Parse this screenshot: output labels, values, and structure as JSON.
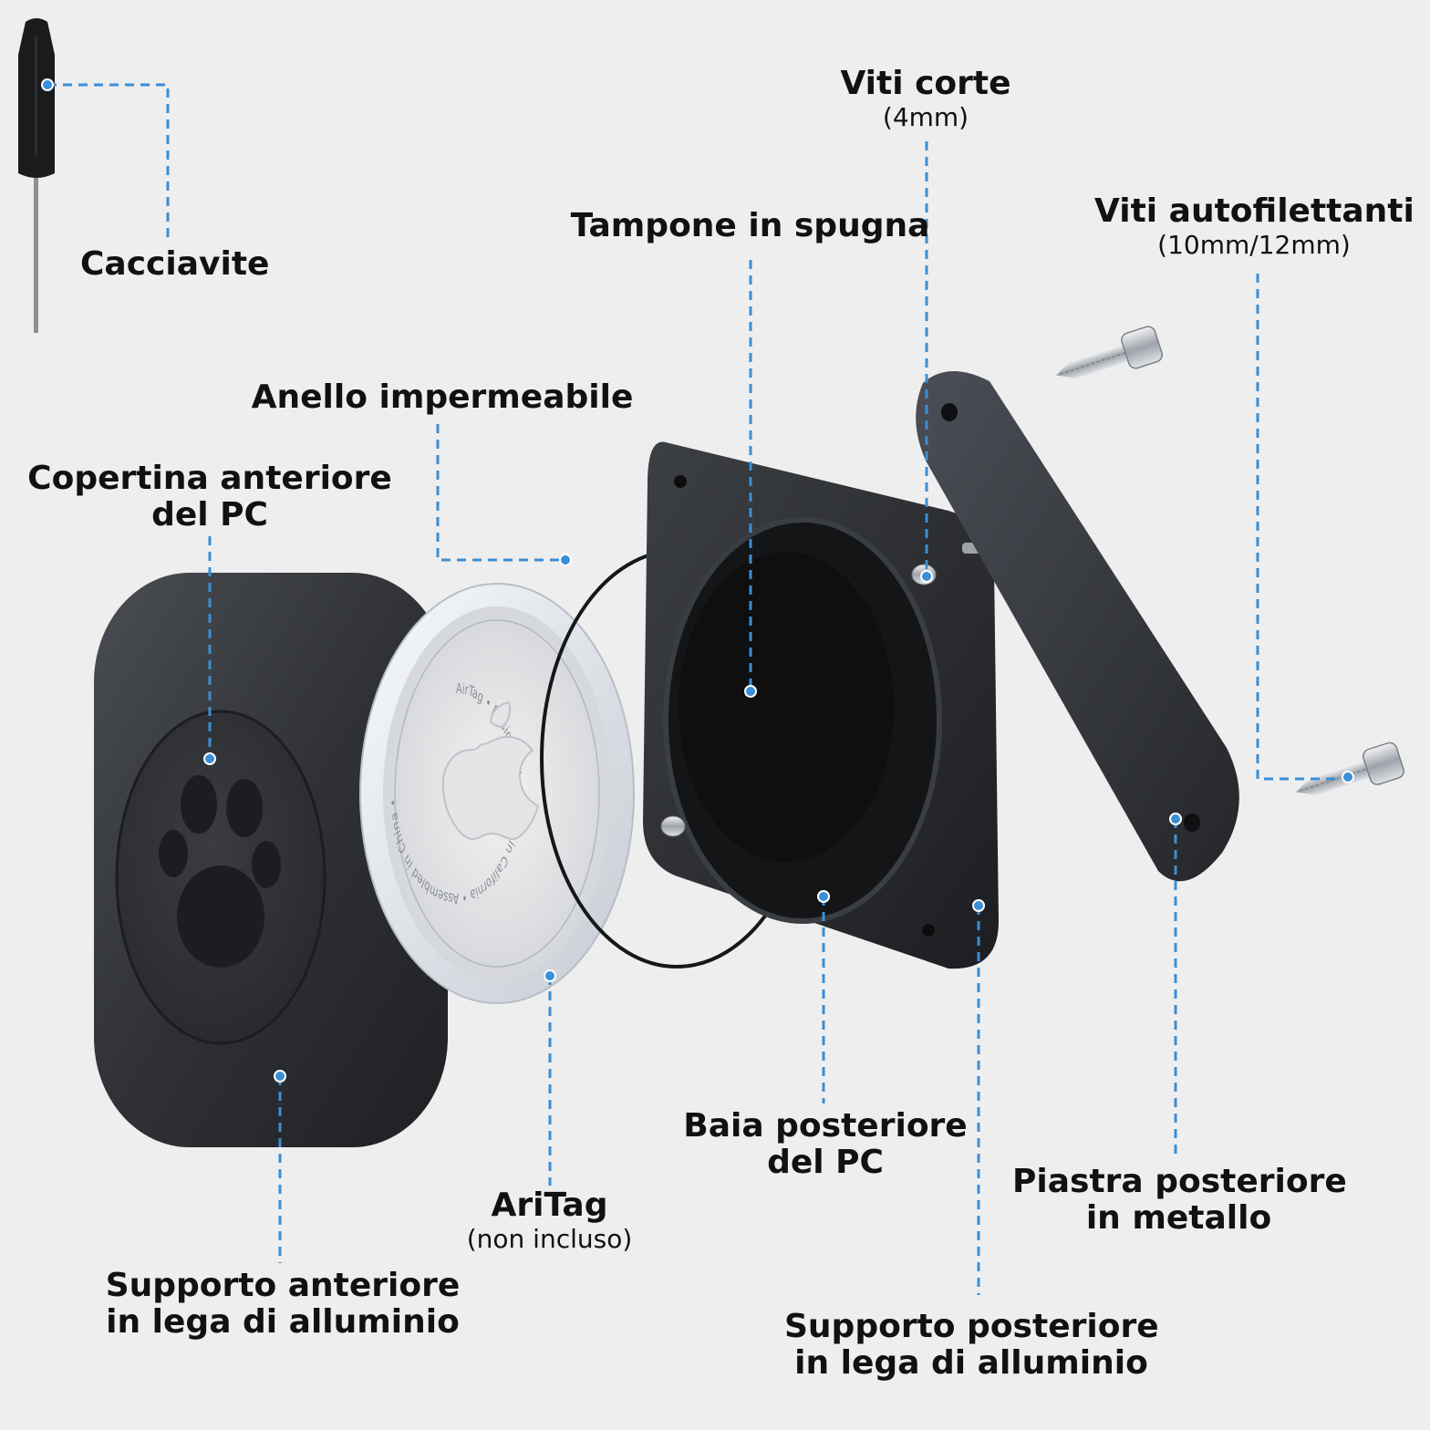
{
  "colors": {
    "background": "#eeeeee",
    "leader": "#3a8fd6",
    "part_dark": "#2b2d31",
    "part_mid": "#3c3f44",
    "text": "#111111"
  },
  "labels": {
    "cacciavite": {
      "title": "Cacciavite"
    },
    "viti_corte": {
      "title": "Viti corte",
      "sub": "(4mm)"
    },
    "viti_autofilettanti": {
      "title": "Viti autofilettanti",
      "sub": "(10mm/12mm)"
    },
    "tampone": {
      "title": "Tampone in spugna"
    },
    "anello": {
      "title": "Anello impermeabile"
    },
    "copertina": {
      "line1": "Copertina anteriore",
      "line2": "del PC"
    },
    "supporto_anteriore": {
      "line1": "Supporto anteriore",
      "line2": "in lega di alluminio"
    },
    "airtag": {
      "title": "AriTag",
      "sub": "(non incluso)"
    },
    "baia": {
      "line1": "Baia posteriore",
      "line2": "del PC"
    },
    "piastra": {
      "line1": "Piastra posteriore",
      "line2": "in metallo"
    },
    "supporto_posteriore": {
      "line1": "Supporto posteriore",
      "line2": "in lega di alluminio"
    }
  },
  "airtag_engraving": "AirTag • Designed by Apple in California • Assembled in China •",
  "icons": {
    "front_cover": "paw-print-icon",
    "airtag": "apple-logo-icon"
  }
}
